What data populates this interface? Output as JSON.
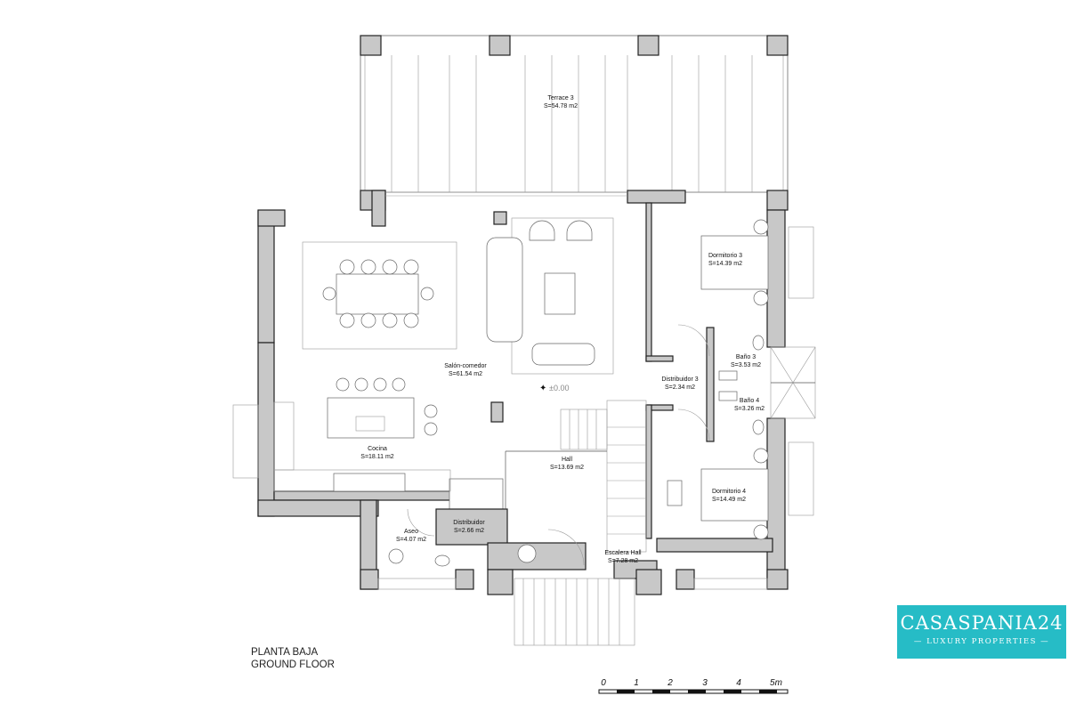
{
  "plan": {
    "title_es": "PLANTA BAJA",
    "title_en": "GROUND FLOOR",
    "level_mark": "±0.00",
    "rooms": [
      {
        "name": "Terrace 3",
        "area": "S=54.78 m2"
      },
      {
        "name": "Salón-comedor",
        "area": "S=61.54 m2"
      },
      {
        "name": "Cocina",
        "area": "S=18.11 m2"
      },
      {
        "name": "Hall",
        "area": "S=13.69 m2"
      },
      {
        "name": "Distribuidor",
        "area": "S=2.66 m2"
      },
      {
        "name": "Aseo",
        "area": "S=4.07 m2"
      },
      {
        "name": "Escalera Hall",
        "area": "S=7.28 m2"
      },
      {
        "name": "Distribuidor 3",
        "area": "S=2.34 m2"
      },
      {
        "name": "Dormitorio 3",
        "area": "S=14.39 m2"
      },
      {
        "name": "Baño 3",
        "area": "S=3.53 m2"
      },
      {
        "name": "Baño 4",
        "area": "S=3.26 m2"
      },
      {
        "name": "Dormitorio 4",
        "area": "S=14.49 m2"
      }
    ]
  },
  "scale_bar": {
    "labels": [
      "0",
      "1",
      "2",
      "3",
      "4",
      "5m"
    ]
  },
  "logo": {
    "brand": "CASASPANIA24",
    "tagline": "LUXURY PROPERTIES",
    "color": "#26bcc6"
  }
}
